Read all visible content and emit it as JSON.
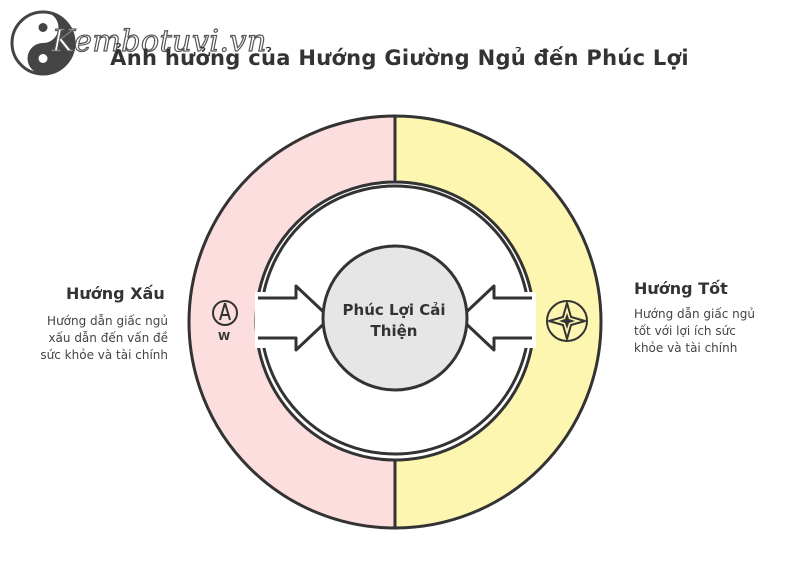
{
  "header": {
    "watermark": "Kembotuvi.vn",
    "title": "Ảnh hưởng của Hướng Giường Ngủ đến Phúc Lợi"
  },
  "diagram": {
    "center_label_line1": "Phúc Lợi Cải",
    "center_label_line2": "Thiện",
    "bad": {
      "title": "Hướng Xấu",
      "description": "Hướng dẫn giấc ngủ xấu dẫn đến vấn đề sức khỏe và tài chính",
      "icon": "compass-west-icon",
      "icon_letter": "W",
      "color": "#fddede"
    },
    "good": {
      "title": "Hướng Tốt",
      "description": "Hướng dẫn giấc ngủ tốt với lợi ích sức khỏe và tài chính",
      "icon": "compass-rose-icon",
      "color": "#fdf6b0"
    },
    "center_color": "#e6e6e6"
  }
}
